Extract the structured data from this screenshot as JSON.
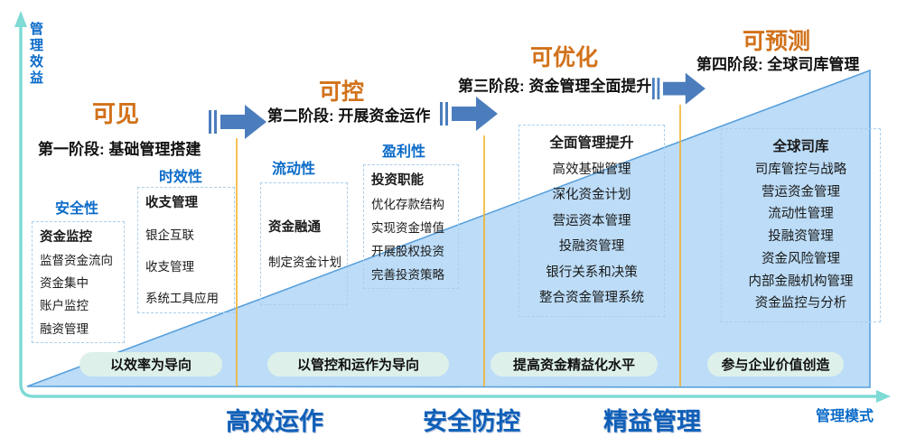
{
  "axes": {
    "y_label": "管理效益",
    "x_label": "管理模式"
  },
  "stages": [
    {
      "maturity": "可见",
      "title": "第一阶段: 基础管理搭建",
      "groups": [
        {
          "heading": "安全性",
          "box_title": "资金监控",
          "items": [
            "监督资金流向",
            "资金集中",
            "账户监控",
            "融资管理"
          ]
        },
        {
          "heading": "时效性",
          "box_title": "收支管理",
          "items": [
            "银企互联",
            "收支管理",
            "系统工具应用"
          ]
        }
      ],
      "orientation": "以效率为导向"
    },
    {
      "maturity": "可控",
      "title": "第二阶段: 开展资金运作",
      "groups": [
        {
          "heading": "流动性",
          "box_title": "资金融通",
          "items": [
            "制定资金计划"
          ]
        },
        {
          "heading": "盈利性",
          "box_title": "投资职能",
          "items": [
            "优化存款结构",
            "实现资金增值",
            "开展股权投资",
            "完善投资策略"
          ]
        }
      ],
      "orientation": "以管控和运作为导向"
    },
    {
      "maturity": "可优化",
      "title": "第三阶段: 资金管理全面提升",
      "groups": [
        {
          "box_title": "全面管理提升",
          "items": [
            "高效基础管理",
            "深化资金计划",
            "营运资本管理",
            "投融资管理",
            "银行关系和决策",
            "整合资金管理系统"
          ]
        }
      ],
      "orientation": "提高资金精益化水平"
    },
    {
      "maturity": "可预测",
      "title": "第四阶段: 全球司库管理",
      "groups": [
        {
          "box_title": "全球司库",
          "items": [
            "司库管控与战略",
            "营运资金管理",
            "流动性管理",
            "投融资管理",
            "资金风险管理",
            "内部金融机构管理",
            "资金监控与分析"
          ]
        }
      ],
      "orientation": "参与企业价值创造"
    }
  ],
  "footer": {
    "labels": [
      "高效运作",
      "安全防控",
      "精益管理"
    ]
  },
  "colors": {
    "maturity_orange": "#d2711a",
    "heading_blue": "#0b6bc8",
    "triangle_fill": "#bcdcf7",
    "triangle_border": "#58a0dc",
    "axis_teal": "#7edad5",
    "divider_yellow": "#f3b229",
    "arrow_blue": "#4b7dbd",
    "pill_bg": "#def0ea",
    "footer_blue": "#0f5fb8"
  }
}
